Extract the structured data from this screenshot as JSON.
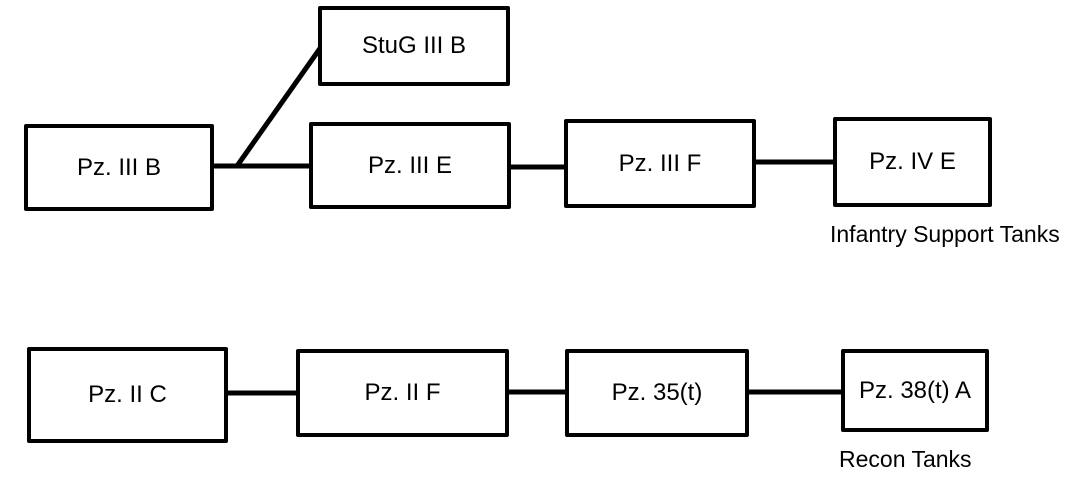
{
  "diagram": {
    "background_color": "#ffffff",
    "line_color": "#000000",
    "box_fill_color": "#ffffff",
    "box_border_color": "#000000",
    "text_color": "#000000",
    "nodes": [
      {
        "id": "stug-iii-b",
        "label": "StuG III B"
      },
      {
        "id": "pz-iii-b",
        "label": "Pz. III B"
      },
      {
        "id": "pz-iii-e",
        "label": "Pz. III E"
      },
      {
        "id": "pz-iii-f",
        "label": "Pz. III F"
      },
      {
        "id": "pz-iv-e",
        "label": "Pz. IV E"
      },
      {
        "id": "pz-ii-c",
        "label": "Pz. II C"
      },
      {
        "id": "pz-ii-f",
        "label": "Pz. II F"
      },
      {
        "id": "pz-35t",
        "label": "Pz. 35(t)"
      },
      {
        "id": "pz-38t-a",
        "label": "Pz. 38(t) A"
      }
    ],
    "edges": [
      {
        "from": "pz-iii-b",
        "to": "stug-iii-b"
      },
      {
        "from": "pz-iii-b",
        "to": "pz-iii-e"
      },
      {
        "from": "pz-iii-e",
        "to": "pz-iii-f"
      },
      {
        "from": "pz-iii-f",
        "to": "pz-iv-e"
      },
      {
        "from": "pz-ii-c",
        "to": "pz-ii-f"
      },
      {
        "from": "pz-ii-f",
        "to": "pz-35t"
      },
      {
        "from": "pz-35t",
        "to": "pz-38t-a"
      }
    ],
    "groups": [
      {
        "id": "infantry-support-tanks",
        "label": "Infantry Support Tanks"
      },
      {
        "id": "recon-tanks",
        "label": "Recon Tanks"
      }
    ]
  }
}
